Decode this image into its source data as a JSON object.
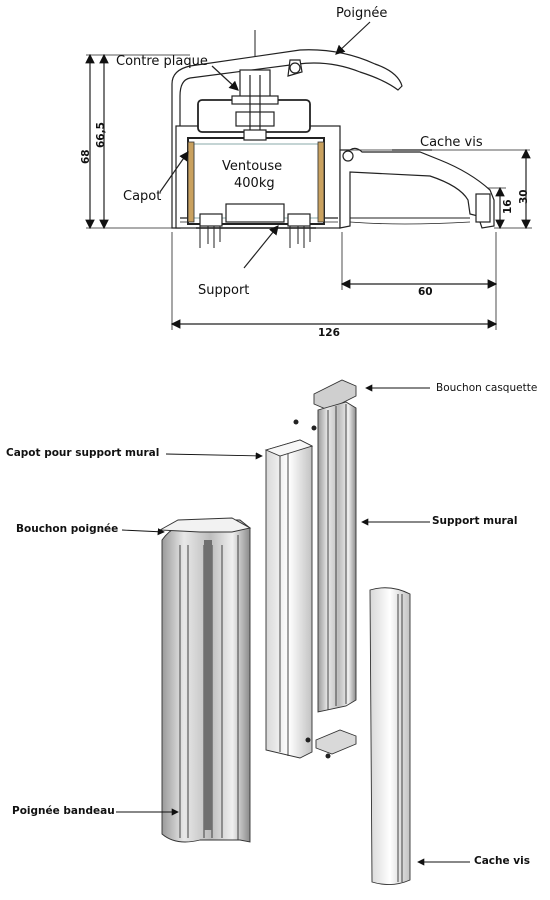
{
  "cross_section": {
    "labels": {
      "poignee": "Poignée",
      "contre_plaque": "Contre plaque",
      "cache_vis": "Cache vis",
      "ventouse": "Ventouse",
      "ventouse_load": "400kg",
      "capot": "Capot",
      "support": "Support"
    },
    "dimensions": {
      "height_outer": "68",
      "height_inner": "66,5",
      "width_total": "126",
      "width_cache": "60",
      "height_cache": "30",
      "height_cache_inner": "16"
    }
  },
  "exploded_view": {
    "labels": {
      "bouchon_casquette": "Bouchon casquette",
      "capot_support_mural": "Capot pour support mural",
      "bouchon_poignee": "Bouchon poignée",
      "support_mural": "Support mural",
      "poignee_bandeau": "Poignée bandeau",
      "cache_vis": "Cache vis"
    }
  }
}
